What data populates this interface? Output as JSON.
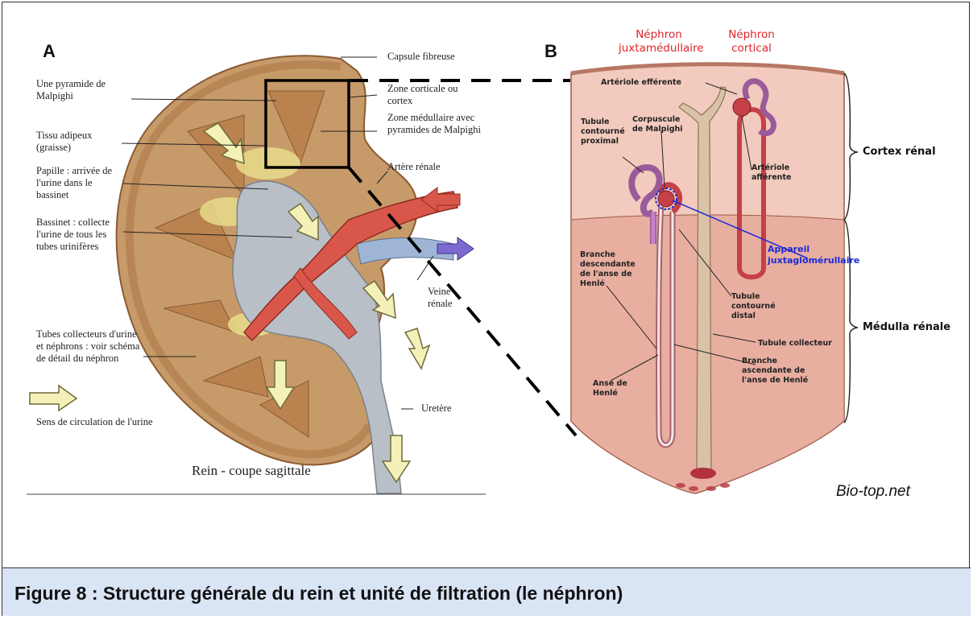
{
  "figure": {
    "caption": "Figure 8 : Structure générale du rein et unité de filtration (le néphron)",
    "credit": "Bio-top.net",
    "panel_a_letter": "A",
    "panel_b_letter": "B"
  },
  "panel_a": {
    "subtitle": "Rein - coupe sagittale",
    "labels_left": [
      "Une pyramide de Malpighi",
      "Tissu adipeux (graisse)",
      "Papille : arrivée de l'urine dans le bassinet",
      "Bassinet : collecte l'urine de tous les tubes urinifères",
      "Tubes collecteurs d'urine et néphrons : voir schéma de détail du néphron",
      "Sens de circulation de l'urine"
    ],
    "labels_right": [
      "Capsule fibreuse",
      "Zone corticale ou cortex",
      "Zone médullaire avec pyramides de Malpighi",
      "Artère rénale",
      "Veine rénale",
      "Uretère"
    ]
  },
  "panel_b": {
    "nephron_juxta": "Néphron juxtamédullaire",
    "nephron_cortical": "Néphron cortical",
    "labels": {
      "arteriole_efferente": "Artériole efférente",
      "corpuscule": "Corpuscule de Malpighi",
      "tubule_proximal": "Tubule contourné proximal",
      "arteriole_afferente": "Artériole afférente",
      "appareil": "Appareil juxtaglomérullaire",
      "branche_desc": "Branche descendante de l'anse de Henlé",
      "tubule_distal": "Tubule contourné distal",
      "tubule_collecteur": "Tubule collecteur",
      "branche_asc": "Branche ascendante de l'anse de Henlé",
      "anse": "Anse de Henlé"
    },
    "regions": {
      "cortex": "Cortex rénal",
      "medulla": "Médulla rénale"
    }
  },
  "colors": {
    "caption_bg": "#d9e4f5",
    "accent_red": "#e0242b",
    "accent_blue": "#1a2bd8"
  }
}
